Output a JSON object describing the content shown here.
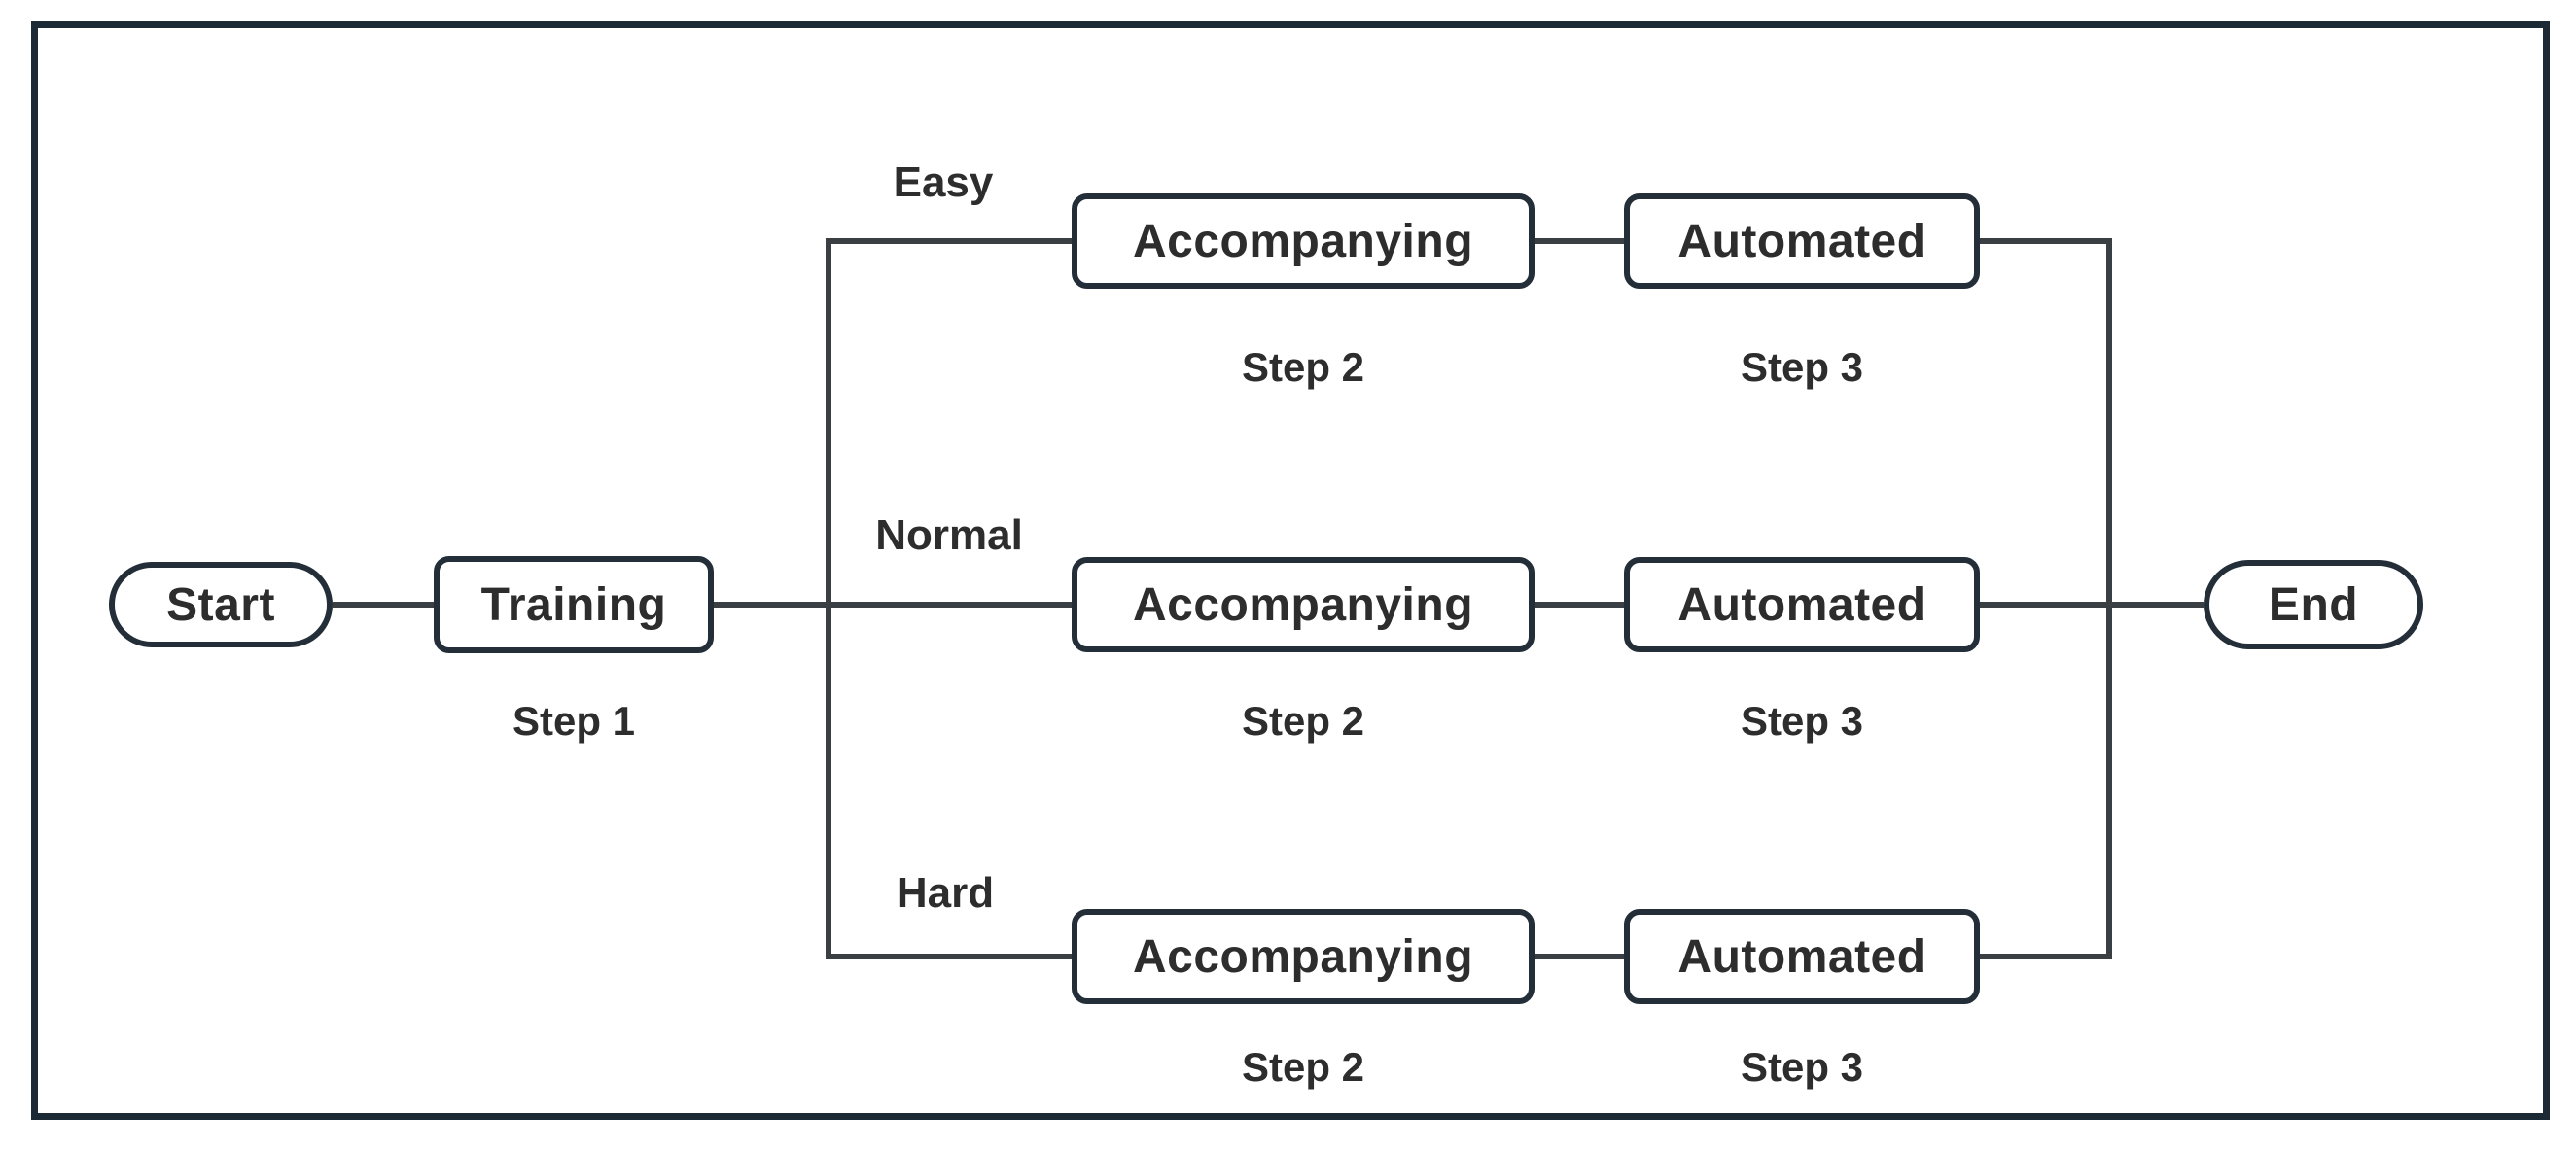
{
  "colors": {
    "frame_border": "#1c2a35",
    "node_border": "#232e39",
    "line": "#3a3f44",
    "text": "#2d2d2d"
  },
  "flow": {
    "start": {
      "label": "Start"
    },
    "training": {
      "label": "Training",
      "step": "Step 1"
    },
    "end": {
      "label": "End"
    },
    "branches": [
      {
        "name": "Easy",
        "accompanying": {
          "label": "Accompanying",
          "step": "Step 2"
        },
        "automated": {
          "label": "Automated",
          "step": "Step 3"
        }
      },
      {
        "name": "Normal",
        "accompanying": {
          "label": "Accompanying",
          "step": "Step 2"
        },
        "automated": {
          "label": "Automated",
          "step": "Step 3"
        }
      },
      {
        "name": "Hard",
        "accompanying": {
          "label": "Accompanying",
          "step": "Step 2"
        },
        "automated": {
          "label": "Automated",
          "step": "Step 3"
        }
      }
    ]
  }
}
